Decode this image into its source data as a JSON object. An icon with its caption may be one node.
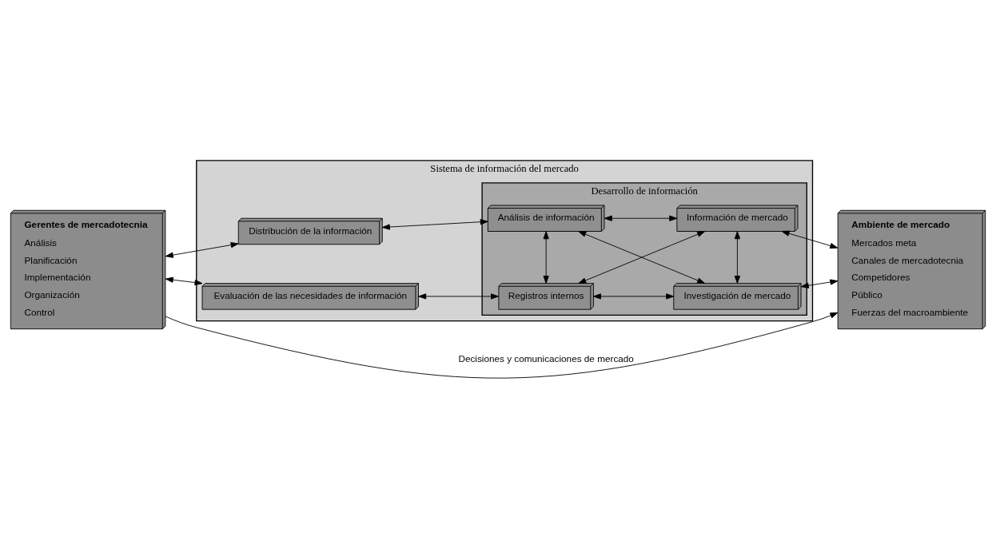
{
  "diagram": {
    "nodes": [
      {
        "text": [
          "Gerentes de mercadotecnia",
          "Análisis",
          "Planificación",
          "Implementación",
          "Organización",
          "Control"
        ]
      },
      {
        "text": [
          "Sistema de información del mercado"
        ]
      },
      {
        "text": [
          "Evaluación de las necesidades de información"
        ],
        "in": 1
      },
      {
        "text": [
          "Distribución de la información"
        ],
        "in": 1
      },
      {
        "text": [
          "Desarrollo de información"
        ],
        "in": 1
      },
      {
        "text": [
          "Registros internos"
        ],
        "in": 4
      },
      {
        "text": [
          "Información de mercado"
        ],
        "in": 4
      },
      {
        "text": [
          "Análisis de información"
        ],
        "in": 4
      },
      {
        "text": [
          "Investigación de mercado"
        ],
        "in": 4
      },
      {
        "text": [
          "Ambiente de mercado",
          "Mercados meta",
          "Canales de mercadotecnia",
          "Competidores",
          "Público",
          "Fuerzas del macroambiente"
        ]
      }
    ],
    "edges": [
      {
        "from": 0,
        "to": 2,
        "arrow": "both"
      },
      {
        "from": 0,
        "to": 3,
        "arrow": "both"
      },
      {
        "from": 2,
        "to": 5,
        "arrow": "both"
      },
      {
        "from": 3,
        "to": 7,
        "arrow": "both"
      },
      {
        "from": 5,
        "to": 6,
        "arrow": "both"
      },
      {
        "from": 7,
        "to": 8,
        "arrow": "both"
      },
      {
        "from": 5,
        "to": 7,
        "arrow": "both"
      },
      {
        "from": 6,
        "to": 8,
        "arrow": "both"
      },
      {
        "from": 5,
        "to": 8,
        "arrow": "both"
      },
      {
        "from": 6,
        "to": 7,
        "arrow": "both"
      },
      {
        "from": 6,
        "to": 9,
        "arrow": "both"
      },
      {
        "from": 8,
        "to": 9,
        "arrow": "both"
      },
      {
        "from": 0,
        "to": 9,
        "arrow": "to",
        "label": "Decisiones y comunicaciones de mercado"
      }
    ]
  }
}
